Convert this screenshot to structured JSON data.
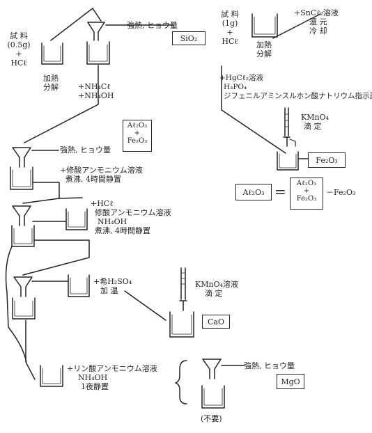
{
  "diagram": {
    "top_right_funnel_note": "強熱, ヒョウ量",
    "sio2_box": "SiO₂",
    "sample_left": [
      "試 料",
      "(0.5g)",
      "+",
      "HCℓ"
    ],
    "decompose_left": [
      "加熱",
      "分解"
    ],
    "reagent_nh4": [
      "+NH₄Cℓ",
      "+NH₄OH"
    ],
    "ignite_weigh_2": "強熱, ヒョウ量",
    "al_fe_box": [
      "Aℓ₂O₃",
      "+",
      "Fe₂O₃"
    ],
    "oxalate_step": [
      "+修酸アンモニウム溶液",
      "煮沸, 4時間静置"
    ],
    "hcl_step": [
      "+HCℓ",
      "修酸アンモニウム溶液",
      "NH₄OH",
      "煮沸, 4時間静置"
    ],
    "dilute_h2so4": [
      "+希H₂SO₄",
      "加 温"
    ],
    "kmno4_titration": [
      "KMnO₄溶液",
      "滴 定"
    ],
    "cao_box": "CaO",
    "phosphate_step": [
      "+リン酸アンモニウム溶液",
      "NH₄OH",
      "1夜静置"
    ],
    "ignite_weigh_mg": "強熱, ヒョウ量",
    "mgo_box": "MgO",
    "unneeded": "(不要)",
    "sample_right": [
      "試 料",
      "(1g)",
      "+",
      "HCℓ"
    ],
    "decompose_right": [
      "加熱",
      "分解"
    ],
    "sncl2_step": [
      "+SnCℓ₂溶液",
      "還 元",
      "冷 却"
    ],
    "hgcl2_step": [
      "+HgCℓ₂溶液",
      "H₃PO₄",
      "ジフェニルアミンスルホン酸ナトリウム指示薬"
    ],
    "kmno4_right": [
      "KMnO₄",
      "滴 定"
    ],
    "fe2o3_box": "Fe₂O₃",
    "al2o3_box": "Aℓ₂O₃",
    "equals": "=",
    "calc_box": [
      "Aℓ₂O₃",
      "+",
      "Fe₂O₃"
    ],
    "minus_fe": "－Fe₂O₃"
  }
}
